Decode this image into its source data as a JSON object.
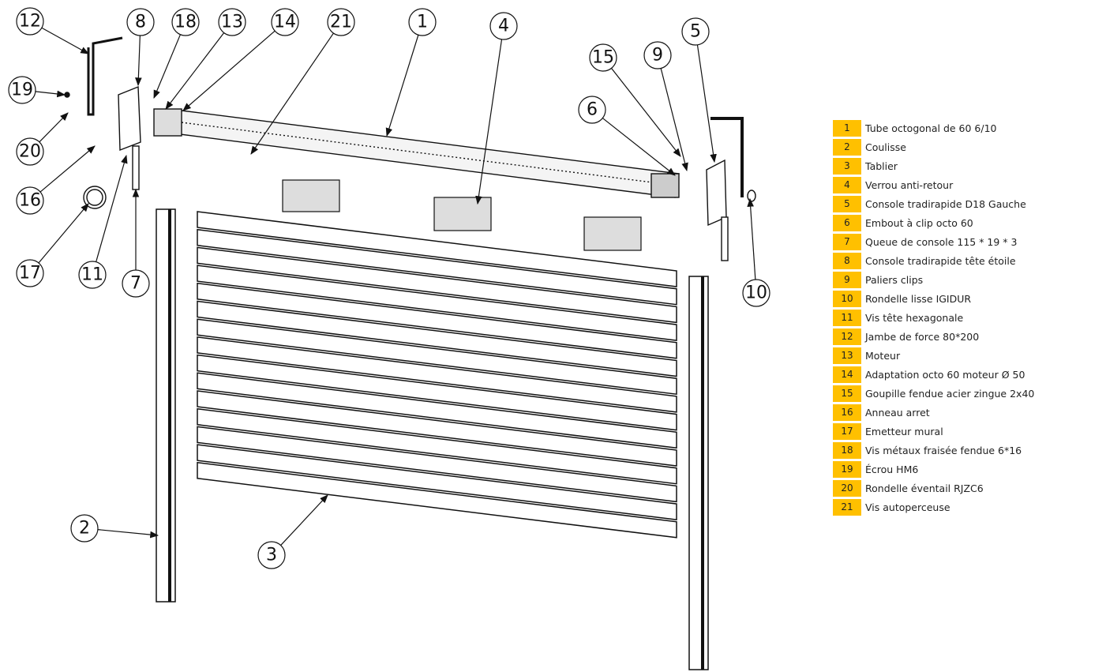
{
  "callouts": [
    "1",
    "2",
    "3",
    "4",
    "5",
    "6",
    "7",
    "8",
    "9",
    "10",
    "11",
    "12",
    "13",
    "14",
    "15",
    "16",
    "17",
    "18",
    "19",
    "20",
    "21"
  ],
  "legend": [
    {
      "num": "1",
      "label": "Tube octogonal de 60 6/10"
    },
    {
      "num": "2",
      "label": "Coulisse"
    },
    {
      "num": "3",
      "label": "Tablier"
    },
    {
      "num": "4",
      "label": "Verrou anti-retour"
    },
    {
      "num": "5",
      "label": "Console tradirapide D18 Gauche"
    },
    {
      "num": "6",
      "label": "Embout à clip octo 60"
    },
    {
      "num": "7",
      "label": "Queue de console 115 * 19 * 3"
    },
    {
      "num": "8",
      "label": "Console tradirapide tête étoile"
    },
    {
      "num": "9",
      "label": "Paliers clips"
    },
    {
      "num": "10",
      "label": "Rondelle lisse IGIDUR"
    },
    {
      "num": "11",
      "label": "Vis tête hexagonale"
    },
    {
      "num": "12",
      "label": "Jambe de force 80*200"
    },
    {
      "num": "13",
      "label": "Moteur"
    },
    {
      "num": "14",
      "label": "Adaptation octo 60 moteur Ø 50"
    },
    {
      "num": "15",
      "label": "Goupille fendue acier zingue 2x40"
    },
    {
      "num": "16",
      "label": "Anneau arret"
    },
    {
      "num": "17",
      "label": "Emetteur mural"
    },
    {
      "num": "18",
      "label": "Vis métaux fraisée fendue 6*16"
    },
    {
      "num": "19",
      "label": "Écrou HM6"
    },
    {
      "num": "20",
      "label": "Rondelle éventail RJZC6"
    },
    {
      "num": "21",
      "label": "Vis autoperceuse"
    }
  ],
  "colors": {
    "legend_badge": "#ffc000",
    "line": "#111111"
  }
}
